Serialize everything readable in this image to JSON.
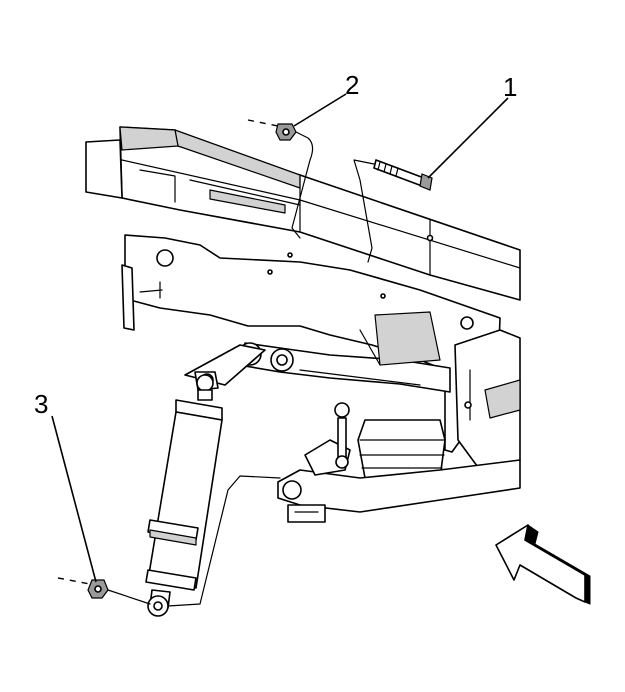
{
  "callouts": [
    {
      "id": "1",
      "label": "1"
    },
    {
      "id": "2",
      "label": "2"
    },
    {
      "id": "3",
      "label": "3"
    }
  ],
  "parts": {
    "1": "bolt",
    "2": "nut",
    "3": "nut"
  },
  "colors": {
    "line": "#000000",
    "shade": "#d2d2d2",
    "background": "#ffffff"
  },
  "icons": [
    "view-direction-arrow-icon"
  ]
}
